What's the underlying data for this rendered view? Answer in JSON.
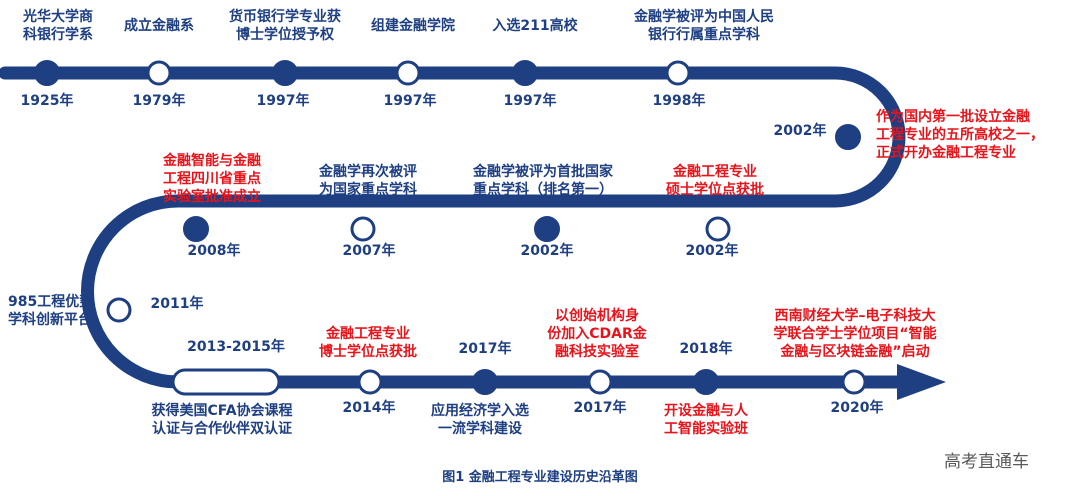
{
  "events": [
    {
      "id": "e1925",
      "year": "1925年",
      "text": "光华大学商\n科银行学系",
      "color": "blue",
      "filled": true
    },
    {
      "id": "e1979",
      "year": "1979年",
      "text": "成立金融系",
      "color": "blue",
      "filled": false
    },
    {
      "id": "e1997a",
      "year": "1997年",
      "text": "货币银行学专业获\n博士学位授予权",
      "color": "blue",
      "filled": true
    },
    {
      "id": "e1997b",
      "year": "1997年",
      "text": "组建金融学院",
      "color": "blue",
      "filled": false
    },
    {
      "id": "e1997c",
      "year": "1997年",
      "text": "入选211高校",
      "color": "blue",
      "filled": true
    },
    {
      "id": "e1998",
      "year": "1998年",
      "text": "金融学被评为中国人民\n银行行属重点学科",
      "color": "blue",
      "filled": false
    },
    {
      "id": "e2002a",
      "year": "2002年",
      "text": "作为国内第一批设立金融\n工程专业的五所高校之一，\n正式开办金融工程专业",
      "color": "red",
      "filled": true
    },
    {
      "id": "e2002b",
      "year": "2002年",
      "text": "金融工程专业\n硕士学位点获批",
      "color": "red",
      "filled": false
    },
    {
      "id": "e2002c",
      "year": "2002年",
      "text": "金融学被评为首批国家\n重点学科（排名第一）",
      "color": "blue",
      "filled": true
    },
    {
      "id": "e2007",
      "year": "2007年",
      "text": "金融学再次被评\n为国家重点学科",
      "color": "blue",
      "filled": false
    },
    {
      "id": "e2008",
      "year": "2008年",
      "text": "金融智能与金融\n工程四川省重点\n实验室批准成立",
      "color": "red",
      "filled": true
    },
    {
      "id": "e2011",
      "year": "2011年",
      "text": "985工程优势\n学科创新平台",
      "color": "blue",
      "filled": false
    },
    {
      "id": "e2013",
      "year": "2013-2015年",
      "text": "获得美国CFA协会课程\n认证与合作伙伴双认证",
      "color": "blue",
      "filled": false
    },
    {
      "id": "e2014",
      "year": "2014年",
      "text": "金融工程专业\n博士学位点获批",
      "color": "red",
      "filled": false
    },
    {
      "id": "e2017a",
      "year": "2017年",
      "text": "应用经济学入选\n一流学科建设",
      "color": "blue",
      "filled": true
    },
    {
      "id": "e2017b",
      "year": "2017年",
      "text": "以创始机构身\n份加入CDAR金\n融科技实验室",
      "color": "red",
      "filled": false
    },
    {
      "id": "e2018",
      "year": "2018年",
      "text": "开设金融与人\n工智能实验班",
      "color": "red",
      "filled": true
    },
    {
      "id": "e2020",
      "year": "2020年",
      "text": "西南财经大学–电子科技大\n学联合学士学位项目“智能\n金融与区块链金融”启动",
      "color": "red",
      "filled": false
    }
  ],
  "caption": "图1 金融工程专业建设历史沿革图",
  "watermark": "高考直通车",
  "colors": {
    "line": "#1e3f82",
    "accent": "#e8141b",
    "hollow": "#ffffff"
  }
}
